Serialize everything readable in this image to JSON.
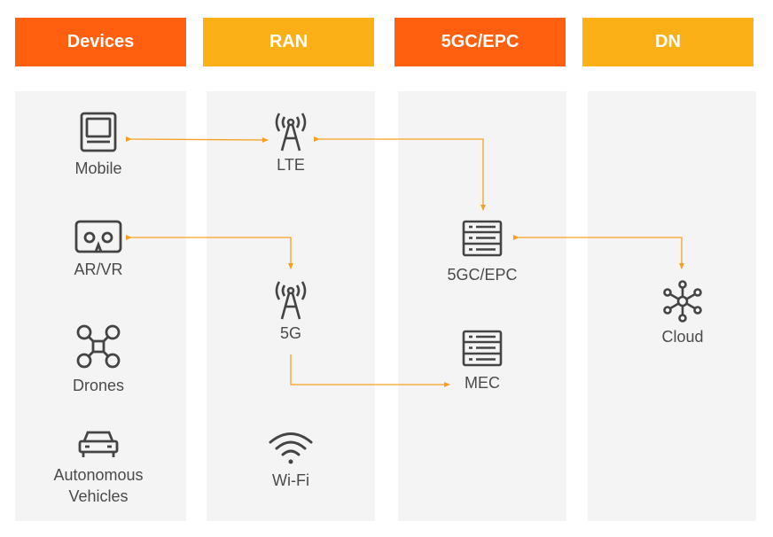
{
  "columns": {
    "devices": "Devices",
    "ran": "RAN",
    "core": "5GC/EPC",
    "dn": "DN"
  },
  "nodes": {
    "mobile": "Mobile",
    "arvr": "AR/VR",
    "drones": "Drones",
    "autonomous_line1": "Autonomous",
    "autonomous_line2": "Vehicles",
    "lte": "LTE",
    "fiveg": "5G",
    "wifi": "Wi-Fi",
    "core_node": "5GC/EPC",
    "mec": "MEC",
    "cloud": "Cloud"
  },
  "colors": {
    "header_dark": "#ff6010",
    "header_light": "#fbb018",
    "connector": "#f6a020",
    "icon": "#444444"
  }
}
